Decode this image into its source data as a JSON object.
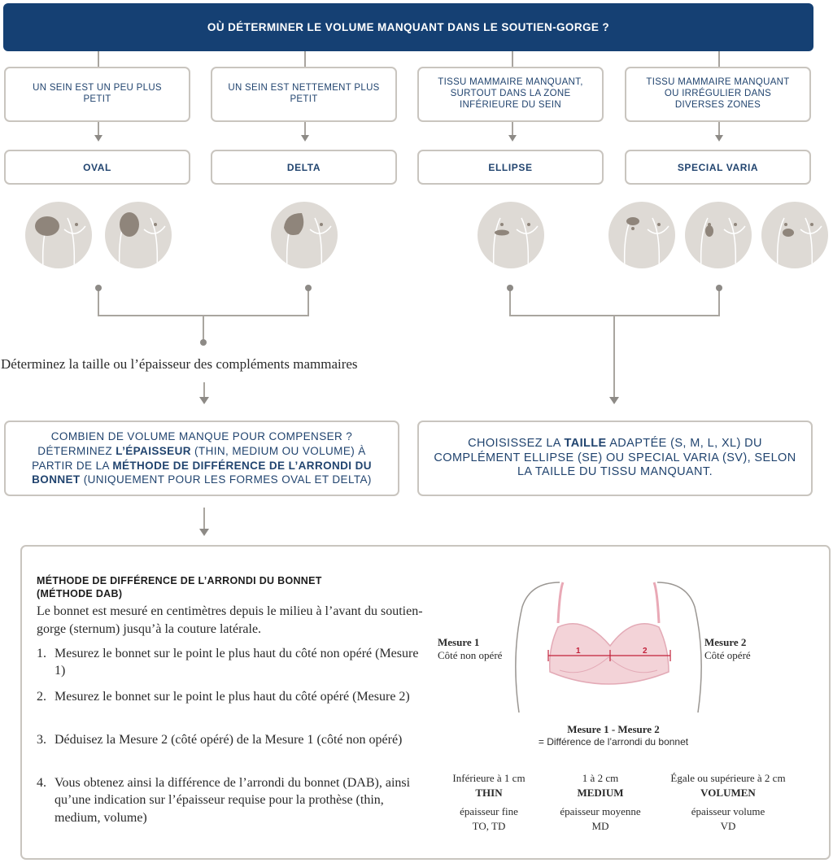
{
  "header": {
    "title": "OÙ DÉTERMINER LE VOLUME MANQUANT DANS LE SOUTIEN-GORGE ?"
  },
  "conditions": [
    {
      "text": "UN SEIN EST UN PEU PLUS PETIT",
      "shape": "OVAL"
    },
    {
      "text": "UN SEIN EST NETTEMENT PLUS PETIT",
      "shape": "DELTA"
    },
    {
      "text": "TISSU MAMMAIRE MANQUANT, SURTOUT DANS LA ZONE INFÉRIEURE DU SEIN",
      "shape": "ELLIPSE"
    },
    {
      "text": "TISSU MAMMAIRE MANQUANT OU IRRÉGULIER DANS DIVERSES ZONES",
      "shape": "SPECIAL VARIA"
    }
  ],
  "determine_text": "Déterminez la taille ou l’épaisseur des compléments mammaires",
  "left_box": {
    "l1": "COMBIEN DE VOLUME MANQUE POUR COMPENSER ?",
    "l2a": "DÉTERMINEZ ",
    "l2b": "L’ÉPAISSEUR",
    "l2c": " (THIN, MEDIUM OU VOLUME) À",
    "l3a": "PARTIR DE LA ",
    "l3b": "MÉTHODE DE DIFFÉRENCE DE L’ARRONDI DU",
    "l4a": "BONNET",
    "l4b": " (UNIQUEMENT POUR LES FORMES OVAL ET DELTA)"
  },
  "right_box": {
    "l1a": "CHOISISSEZ LA ",
    "l1b": "TAILLE",
    "l1c": " ADAPTÉE (S, M, L, XL) DU",
    "l2": "COMPLÉMENT ELLIPSE (SE) OU SPECIAL VARIA (SV), SELON",
    "l3": "LA TAILLE DU TISSU MANQUANT."
  },
  "dab": {
    "title": "MÉTHODE DE DIFFÉRENCE DE L’ARRONDI DU BONNET (MÉTHODE DAB)",
    "intro": "Le bonnet est mesuré en centimètres depuis le milieu à l’avant du soutien-gorge (sternum) jusqu’à la couture latérale.",
    "steps": [
      {
        "n": "1.",
        "t": "Mesurez le bonnet sur le point le plus haut du côté non opéré (Mesure 1)"
      },
      {
        "n": "2.",
        "t": "Mesurez le bonnet sur le point le plus haut du côté opéré (Mesure 2)"
      },
      {
        "n": "3.",
        "t": "Déduisez la Mesure 2 (côté opéré) de la Mesure 1 (côté non opéré)"
      },
      {
        "n": "4.",
        "t": "Vous obtenez ainsi la différence de l’arrondi du bonnet (DAB), ainsi qu’une indication sur l’épaisseur requise pour la prothèse (thin, medium, volume)"
      }
    ],
    "mesure1": {
      "label": "Mesure 1",
      "sub": "Côté non opéré"
    },
    "mesure2": {
      "label": "Mesure 2",
      "sub": "Côté opéré"
    },
    "diff": {
      "label": "Mesure 1 - Mesure 2",
      "sub": "= Différence de l’arrondi du bonnet"
    },
    "bra_marks": {
      "one": "1",
      "two": "2"
    },
    "columns": [
      {
        "range": "Inférieure à 1 cm",
        "name": "THIN",
        "desc": "épaisseur fine",
        "codes": "TO, TD"
      },
      {
        "range": "1 à 2 cm",
        "name": "MEDIUM",
        "desc": "épaisseur moyenne",
        "codes": "MD"
      },
      {
        "range": "Égale ou supérieure à 2 cm",
        "name": "VOLUMEN",
        "desc": "épaisseur volume",
        "codes": "VD"
      }
    ]
  },
  "colors": {
    "navy": "#154073",
    "text_blue": "#21446f",
    "border": "#c9c5bf",
    "body": "#dedad5",
    "tissue": "#8f857b",
    "bra_pink": "#f3d3d8",
    "measure_red": "#c2213a"
  }
}
